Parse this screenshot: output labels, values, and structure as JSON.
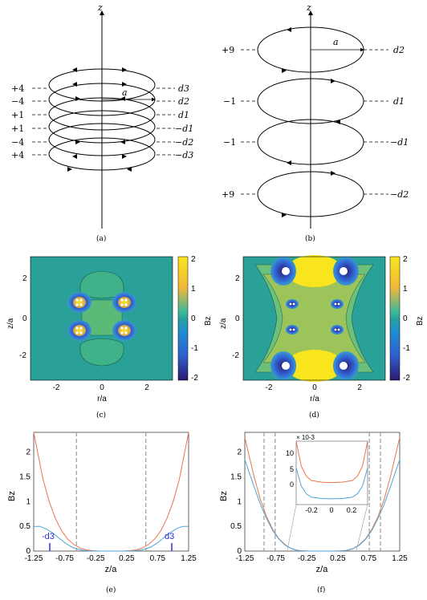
{
  "panels": {
    "a": {
      "caption": "(a)",
      "axis_label": "z",
      "radius_label": "a",
      "charges": [
        "+4",
        "−4",
        "+1",
        "+1",
        "−4",
        "+4"
      ],
      "distances": [
        "d3",
        "d2",
        "d1",
        "−d1",
        "−d2",
        "−d3"
      ]
    },
    "b": {
      "caption": "(b)",
      "axis_label": "z",
      "radius_label": "a",
      "charges": [
        "+9",
        "−1",
        "−1",
        "+9"
      ],
      "distances": [
        "d2",
        "d1",
        "−d1",
        "−d2"
      ]
    },
    "c": {
      "caption": "(c)",
      "xlabel": "r/a",
      "ylabel": "z/a",
      "xticks": [
        "-2",
        "0",
        "2"
      ],
      "yticks": [
        "2",
        "0",
        "-2"
      ],
      "colorbar_label": "Bz",
      "colorbar_ticks": [
        "2",
        "1",
        "0",
        "-1",
        "-2"
      ]
    },
    "d": {
      "caption": "(d)",
      "xlabel": "r/a",
      "ylabel": "z/a",
      "xticks": [
        "-2",
        "0",
        "2"
      ],
      "yticks": [
        "2",
        "0",
        "-2"
      ],
      "colorbar_label": "Bz",
      "colorbar_ticks": [
        "2",
        "1",
        "0",
        "-1",
        "-2"
      ]
    },
    "e": {
      "caption": "(e)",
      "xlabel": "z/a",
      "ylabel": "Bz",
      "xticks": [
        "-1.25",
        "-0.75",
        "-0.25",
        "0.25",
        "0.75",
        "1.25"
      ],
      "yticks": [
        "0",
        "0.5",
        "1",
        "1.5",
        "2"
      ],
      "annotations": [
        "-d3",
        "d3"
      ]
    },
    "f": {
      "caption": "(f)",
      "xlabel": "z/a",
      "ylabel": "Bz",
      "xticks": [
        "-1.25",
        "-0.75",
        "-0.25",
        "0.25",
        "0.75",
        "1.25"
      ],
      "yticks": [
        "0",
        "0.5",
        "1",
        "1.5",
        "2"
      ],
      "inset_multiplier": "× 10-3",
      "inset_yticks": [
        "10",
        "5",
        "0"
      ],
      "inset_xticks": [
        "-0.2",
        "0",
        "0.2"
      ]
    }
  },
  "colors": {
    "orange_curve": "#e8774a",
    "blue_curve": "#4da3d8",
    "dashed_lines": "#9a9a9a",
    "annotation_blue": "#2f2fd0",
    "field_mid": "#2aa198",
    "field_high": "#f9e51e",
    "field_low": "#2c1a6b"
  },
  "chart_data": [
    {
      "type": "line",
      "panel": "e",
      "xlabel": "z/a",
      "ylabel": "Bz",
      "xlim": [
        -1.25,
        1.25
      ],
      "ylim": [
        0,
        2.4
      ],
      "vlines": [
        -0.56,
        0.56
      ],
      "series": [
        {
          "x": [
            -1.25,
            -1.1,
            -1.0,
            -0.9,
            -0.8,
            -0.7,
            -0.6,
            -0.5,
            -0.4,
            -0.3,
            -0.2,
            -0.1,
            0,
            0.1,
            0.2,
            0.3,
            0.4,
            0.5,
            0.6,
            0.7,
            0.8,
            0.9,
            1.0,
            1.1,
            1.25
          ],
          "y": [
            2.4,
            1.45,
            1.0,
            0.66,
            0.41,
            0.24,
            0.13,
            0.06,
            0.025,
            0.008,
            0.002,
            0.0,
            0.0,
            0.0,
            0.002,
            0.008,
            0.025,
            0.06,
            0.13,
            0.24,
            0.41,
            0.66,
            1.0,
            1.45,
            2.4
          ]
        },
        {
          "x": [
            -1.25,
            -1.15,
            -1.05,
            -0.95,
            -0.85,
            -0.75,
            -0.65,
            -0.55,
            -0.45,
            -0.35,
            -0.25,
            0,
            0.25,
            0.35,
            0.45,
            0.55,
            0.65,
            0.75,
            0.85,
            0.95,
            1.05,
            1.15,
            1.25
          ],
          "y": [
            0.5,
            0.5,
            0.45,
            0.37,
            0.27,
            0.17,
            0.09,
            0.04,
            0.015,
            0.004,
            0.0,
            0.0,
            0.0,
            0.004,
            0.015,
            0.04,
            0.09,
            0.17,
            0.27,
            0.37,
            0.45,
            0.5,
            0.5
          ]
        }
      ]
    },
    {
      "type": "line",
      "panel": "f",
      "xlabel": "z/a",
      "ylabel": "Bz",
      "xlim": [
        -1.25,
        1.25
      ],
      "ylim": [
        0,
        2.4
      ],
      "vlines": [
        -0.94,
        -0.76,
        0.76,
        0.94
      ],
      "series": [
        {
          "x": [
            -1.25,
            -1.1,
            -1.0,
            -0.9,
            -0.8,
            -0.7,
            -0.6,
            -0.5,
            -0.4,
            -0.3,
            -0.2,
            0,
            0.2,
            0.3,
            0.4,
            0.5,
            0.6,
            0.7,
            0.8,
            0.9,
            1.0,
            1.1,
            1.25
          ],
          "y": [
            2.3,
            1.5,
            1.05,
            0.7,
            0.44,
            0.25,
            0.13,
            0.05,
            0.015,
            0.004,
            0.0,
            0.0,
            0.0,
            0.004,
            0.015,
            0.05,
            0.13,
            0.25,
            0.44,
            0.7,
            1.05,
            1.5,
            2.3
          ]
        },
        {
          "x": [
            -1.25,
            -1.1,
            -1.0,
            -0.9,
            -0.8,
            -0.7,
            -0.6,
            -0.5,
            -0.4,
            -0.3,
            -0.2,
            0,
            0.2,
            0.3,
            0.4,
            0.5,
            0.6,
            0.7,
            0.8,
            0.9,
            1.0,
            1.1,
            1.25
          ],
          "y": [
            1.85,
            1.3,
            0.95,
            0.66,
            0.42,
            0.24,
            0.12,
            0.05,
            0.015,
            0.004,
            0.0,
            0.0,
            0.0,
            0.004,
            0.015,
            0.05,
            0.12,
            0.24,
            0.42,
            0.66,
            0.95,
            1.3,
            1.85
          ]
        }
      ],
      "inset": {
        "xlim": [
          -0.35,
          0.35
        ],
        "ylim": [
          -4,
          15
        ],
        "series": [
          {
            "x": [
              -0.35,
              -0.3,
              -0.25,
              -0.2,
              -0.1,
              0,
              0.1,
              0.2,
              0.25,
              0.3,
              0.35
            ],
            "y": [
              15,
              7.5,
              4.5,
              3.2,
              2.7,
              2.6,
              2.7,
              3.2,
              4.5,
              7.5,
              15
            ]
          },
          {
            "x": [
              -0.35,
              -0.3,
              -0.25,
              -0.2,
              -0.1,
              0,
              0.1,
              0.2,
              0.25,
              0.3,
              0.35
            ],
            "y": [
              7,
              1.5,
              -0.8,
              -1.8,
              -2.2,
              -2.3,
              -2.2,
              -1.8,
              -0.8,
              1.5,
              7
            ]
          }
        ]
      }
    }
  ]
}
